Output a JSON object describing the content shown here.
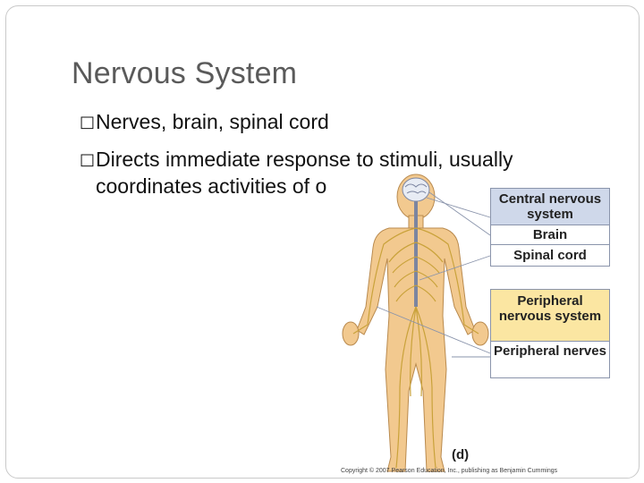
{
  "slide": {
    "title": "Nervous System",
    "bullets": [
      {
        "marker": "□",
        "text": "Nerves, brain, spinal cord"
      },
      {
        "marker": "□",
        "text": "Directs immediate response to stimuli, usually"
      }
    ],
    "bullet_continuation": "coordinates activities of o"
  },
  "figure": {
    "labels": {
      "central_nervous_system": "Central nervous system",
      "brain": "Brain",
      "spinal_cord": "Spinal cord",
      "peripheral_nervous_system": "Peripheral nervous system",
      "peripheral_nerves": "Peripheral nerves"
    },
    "panel_letter": "(d)",
    "copyright": "Copyright © 2007 Pearson Education, Inc., publishing as Benjamin Cummings",
    "colors": {
      "skin": "#f2c98f",
      "nerve": "#c9a23a",
      "cns_box": "#cfd8ea",
      "pns_box": "#fbe6a2"
    }
  }
}
